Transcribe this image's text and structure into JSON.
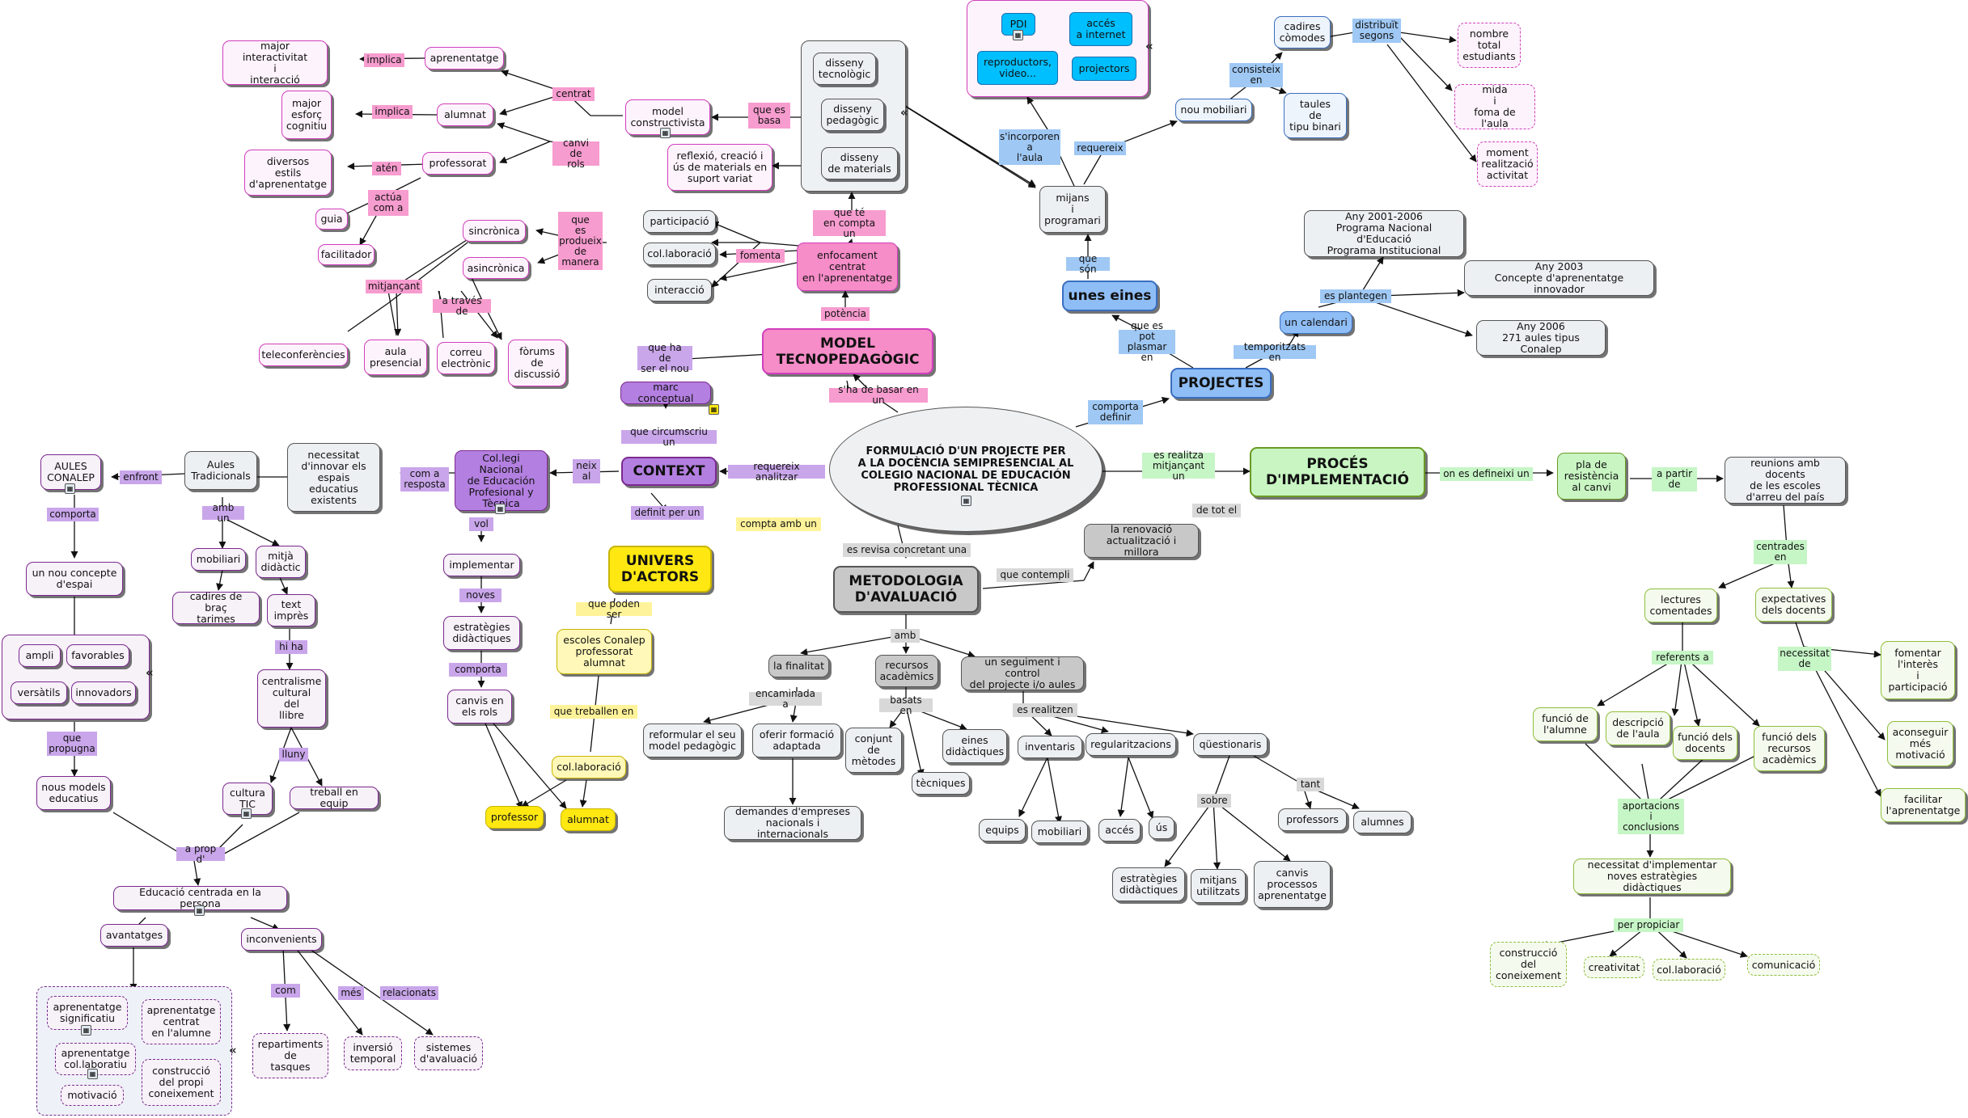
{
  "colors": {
    "pink": "#d13fbd",
    "purple": "#7b2a8f",
    "blue": "#3a6ec0",
    "green": "#8fbf3a",
    "yellow": "#ffe812",
    "gray": "#555555",
    "cyan": "#00bfff"
  },
  "icons": {
    "note": "note-icon",
    "collapse": "collapse-arrows-icon"
  },
  "center": "FORMULACIÓ D'UN PROJECTE PER\nA LA DOCÈNCIA SEMIPRESENCIAL AL\nCOLEGIO NACIONAL DE EDUCACIÓN\nPROFESSIONAL TÈCNICA",
  "nodes": {
    "model_tecno": "MODEL\nTECNOPEDAGÒGIC",
    "enfocament": "enfocament\ncentrat\nen l'aprenentatge",
    "participacio": "participació",
    "colaboracio1": "col.laboració",
    "interaccio": "interacció",
    "sincronica": "sincrònica",
    "asincronica": "asincrònica",
    "teleconf": "teleconferències",
    "aula_presencial": "aula\npresencial",
    "correu": "correu\nelectrònic",
    "forums": "fòrums\nde\ndiscussió",
    "disseny_tec": "disseny\ntecnològic",
    "disseny_ped": "disseny\npedagògic",
    "disseny_mat": "disseny\nde materials",
    "reflexio": "reflexió, creació i\nús de materials en\nsuport variat",
    "model_constr": "model\nconstructivista",
    "aprenentatge": "aprenentatge",
    "alumnat1": "alumnat",
    "professorat1": "professorat",
    "major_inter": "major interactivitat\ni\ninteracció",
    "major_esforc": "major\nesforç\ncognitiu",
    "diversos": "diversos\nestils\nd'aprenentatge",
    "guia": "guia",
    "facilitador": "facilitador",
    "marc": "marc conceptual",
    "context": "CONTEXT",
    "colegi": "Col.legi Nacional\nde Educación\nProfesional y\nTècnica",
    "necessitat_innov": "necessitat\nd'innovar els\nespais educatius\nexistents",
    "aules_trad": "Aules\nTradicionals",
    "aules_conalep": "AULES\nCONALEP",
    "nou_concepte": "un nou concepte\nd'espai",
    "ampli": "ampli",
    "favorables": "favorables",
    "versatils": "versàtils",
    "innovadors": "innovadors",
    "nous_models": "nous models\neducatius",
    "mobiliari1": "mobiliari",
    "mitja": "mitjà\ndidàctic",
    "cadires_brac": "cadires de braç\ntarimes",
    "text_impres": "text\nimprès",
    "centralisme": "centralisme\ncultural\ndel\nllibre",
    "cultura_tic": "cultura\nTIC",
    "treball_equip": "treball en equip",
    "educacio": "Educació centrada en la persona",
    "avantatges": "avantatges",
    "inconvenients": "inconvenients",
    "apr_signif": "aprenentatge\nsignificatiu",
    "apr_centrat": "aprenentatge\ncentrat\nen l'alumne",
    "apr_colab": "aprenentatge\ncol.laboratiu",
    "construccio1": "construcció\ndel propi\nconeixement",
    "motivacio": "motivació",
    "repartiments": "repartiments\nde\ntasques",
    "inversio": "inversió\ntemporal",
    "sistemes": "sistemes\nd'avaluació",
    "implementar": "implementar",
    "estrategies1": "estratègies\ndidàctiques",
    "canvis_rols": "canvis en\nels rols",
    "univers": "UNIVERS\nD'ACTORS",
    "escoles": "escoles Conalep\nprofessorat\nalumnat",
    "colaboracio2": "col.laboració",
    "professor": "professor",
    "alumnat2": "alumnat",
    "metodologia": "METODOLOGIA\nD'AVALUACIÓ",
    "finalitat": "la finalitat",
    "recursos": "recursos\nacadèmics",
    "seguiment": "un seguiment i control\ndel projecte i/o aules",
    "reformular": "reformular el seu\nmodel pedagògic",
    "oferir": "oferir formació\nadaptada",
    "demandes": "demandes d'empreses\nnacionals i internacionals",
    "conjunt": "conjunt\nde\nmètodes",
    "eines": "eines\ndidàctiques",
    "tecniques": "tècniques",
    "inventaris": "inventaris",
    "regularitzacions": "regularitzacions",
    "questionaris": "qüestionaris",
    "equips": "equips",
    "mobiliari2": "mobiliari",
    "acces": "accés",
    "us": "ús",
    "professors": "professors",
    "alumnes": "alumnes",
    "estrategies2": "estratègies\ndidàctiques",
    "mitjans_util": "mitjans\nutilitzats",
    "canvis_proc": "canvis\nprocessos\naprenentatge",
    "renovacio": "la renovació\nactualització i millora",
    "proces": "PROCÉS\nD'IMPLEMENTACIÓ",
    "pla": "pla de\nresistència\nal canvi",
    "reunions": "reunions amb docents\nde les escoles\nd'arreu del país",
    "lectures": "lectures\ncomentades",
    "expectatives": "expectatives\ndels docents",
    "funcio_alumne": "funció de\nl'alumne",
    "descripcio": "descripció\nde l'aula",
    "funcio_docents": "funció dels\ndocents",
    "funcio_recursos": "funció dels\nrecursos\nacadèmics",
    "fomentar": "fomentar\nl'interès\ni\nparticipació",
    "aconseguir": "aconseguir\nmés\nmotivació",
    "facilitar": "facilitar\nl'aprenentatge",
    "necessitat_impl": "necessitat d'implementar\nnoves estratègies didàctiques",
    "construccio2": "construcció\ndel\nconeixement",
    "creativitat": "creativitat",
    "colaboracio3": "col.laboració",
    "comunicacio": "comunicació",
    "projectes": "PROJECTES",
    "unes_eines": "unes eines",
    "mijans": "mijans\ni\nprogramari",
    "nou_mobiliari": "nou mobiliari",
    "cadires_comodes": "cadires\ncòmodes",
    "taules": "taules\nde\ntipu binari",
    "nombre": "nombre\ntotal\nestudiants",
    "mida": "mida\ni\nfoma de l'aula",
    "moment": "moment\nrealització\nactivitat",
    "pdi": "PDI",
    "acces_internet": "accés\na internet",
    "reproductors": "reproductors,\nvideo...",
    "projectors": "projectors",
    "calendari": "un calendari",
    "any2001": "Any 2001-2006\nPrograma Nacional d'Educació\nPrograma Institucional",
    "any2003": "Any 2003\nConcepte d'aprenentatge innovador",
    "any2006": "Any 2006\n271 aules tipus Conalep"
  },
  "links": {
    "shade_basar": "s'ha de basar en un",
    "potencia": "potència",
    "que_te": "que té\nen compta un",
    "fomenta": "fomenta",
    "que_es_produeix": "que\nes\nprodueix\nde\nmanera",
    "mitjancant": "mitjançant",
    "a_traves": "a través de",
    "que_es_basa": "que es\nbasa",
    "centrat": "centrat",
    "canvi_rols": "canvi de\nrols",
    "implica1": "implica",
    "implica2": "implica",
    "aten": "atén",
    "actua": "actúa\ncom a",
    "que_ha_de": "que ha de\nser el nou",
    "que_circumscriu": "que circumscriu un",
    "requereix_analitzar": "requereix analitzar",
    "neix_al": "neix\nal",
    "com_a_resposta": "com a\nresposta",
    "enfront": "enfront",
    "comporta1": "comporta",
    "que_propugna": "que\npropugna",
    "amb_un": "amb un",
    "hi_ha": "hi ha",
    "lluny": "lluny",
    "a_prop": "a prop d'",
    "com": "com",
    "mes": "més",
    "relacionats": "relacionats",
    "vol": "vol",
    "noves": "noves",
    "comporta2": "comporta",
    "definit_per": "definit per un",
    "compta_amb": "compta amb un",
    "que_poden_ser": "que poden ser",
    "que_treballen": "que treballen en",
    "es_revisa": "es revisa concretant una",
    "amb": "amb",
    "que_contempli": "que contempli",
    "de_tot_el": "de tot el",
    "encaminada": "encaminada a",
    "basats_en": "basats en",
    "es_realitzen": "es realitzen",
    "tant": "tant",
    "sobre": "sobre",
    "es_realitza": "es realitza\nmitjançant un",
    "on_es_defineix": "on es defineixi un",
    "a_partir": "a partir\nde",
    "centrades": "centrades\nen",
    "referents": "referents a",
    "necessitat_de": "necessitat\nde",
    "aportacions": "aportacions\ni\nconclusions",
    "per_propiciar": "per propiciar",
    "comporta_definir": "comporta\ndefinir",
    "que_es_pot": "que es pot\nplasmar en",
    "que_son": "que són",
    "requereix": "requereix",
    "sincorporen": "s'incorporen\na\nl'aula",
    "consisteix": "consisteix\nen",
    "distribuit": "distribuït\nsegons",
    "temporitzats": "temporitzats en",
    "es_plantegen": "es plantegen"
  }
}
